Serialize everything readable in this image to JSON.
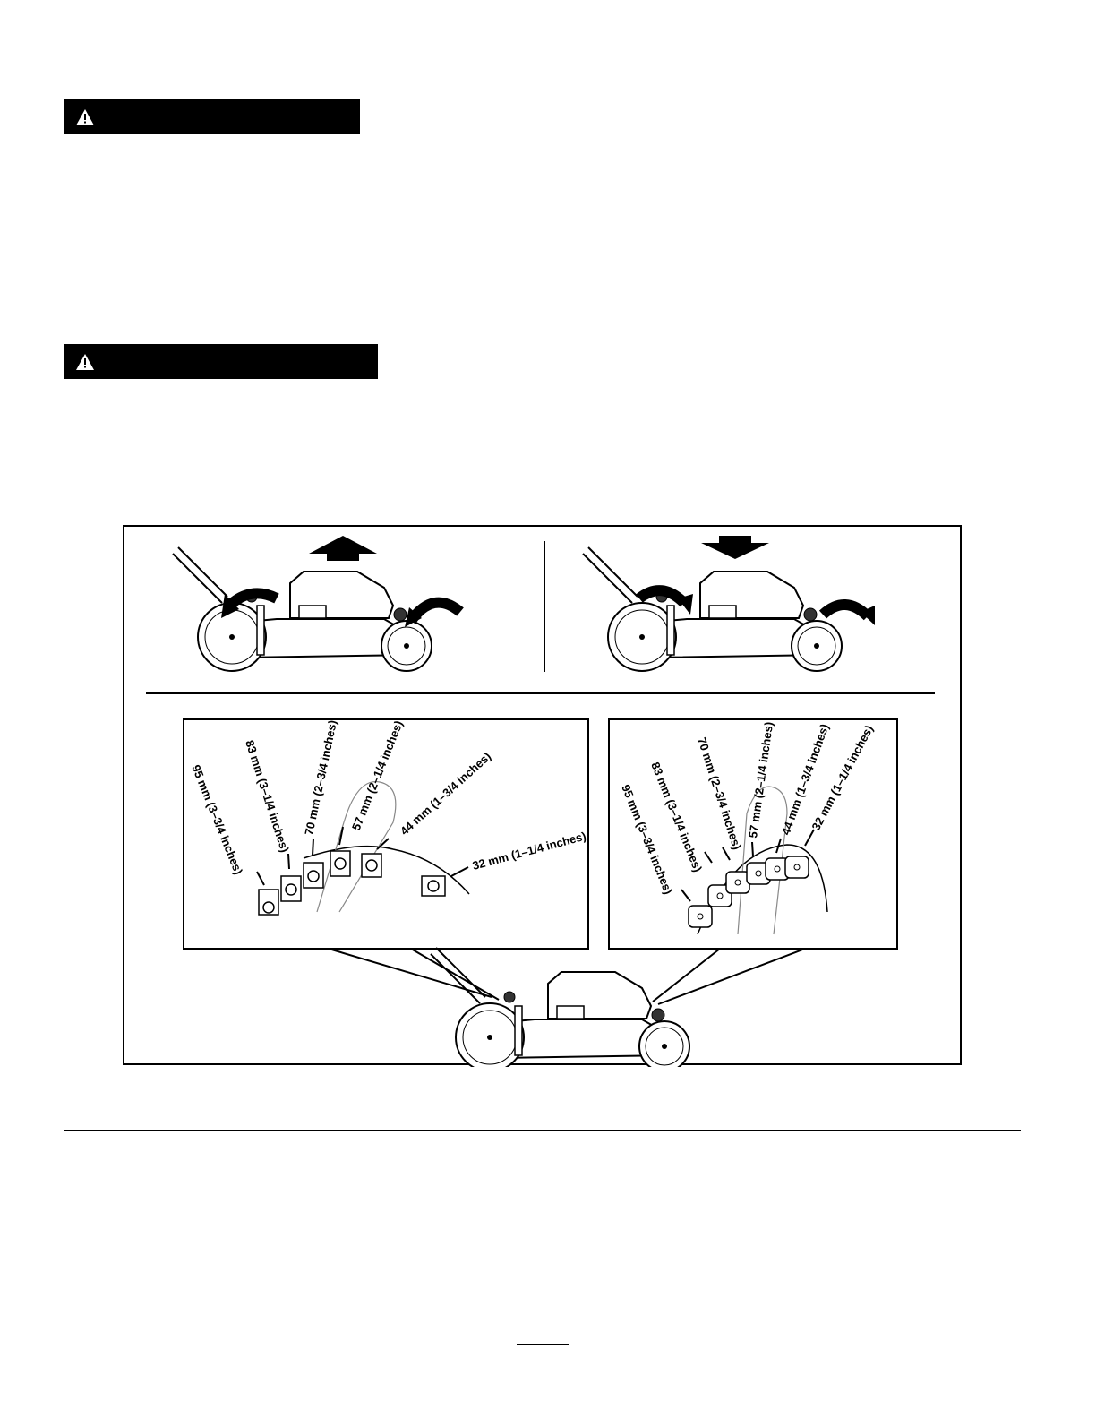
{
  "warnings": [
    {
      "signal_word": ""
    },
    {
      "signal_word": ""
    }
  ],
  "figure": {
    "left_panel_labels": [
      {
        "text": "95 mm (3–3/4 inches)"
      },
      {
        "text": "83 mm (3–1/4 inches)"
      },
      {
        "text": "70 mm (2–3/4 inches)"
      },
      {
        "text": "57 mm (2–1/4 inches)"
      },
      {
        "text": "44 mm (1–3/4 inches)"
      },
      {
        "text": "32 mm (1–1/4 inches)"
      }
    ],
    "right_panel_labels": [
      {
        "text": "95 mm (3–3/4 inches)"
      },
      {
        "text": "83 mm (3–1/4 inches)"
      },
      {
        "text": "70 mm (2–3/4 inches)"
      },
      {
        "text": "57 mm (2–1/4 inches)"
      },
      {
        "text": "44 mm (1–3/4 inches)"
      },
      {
        "text": "32 mm (1–1/4 inches)"
      }
    ]
  },
  "page_number": ""
}
